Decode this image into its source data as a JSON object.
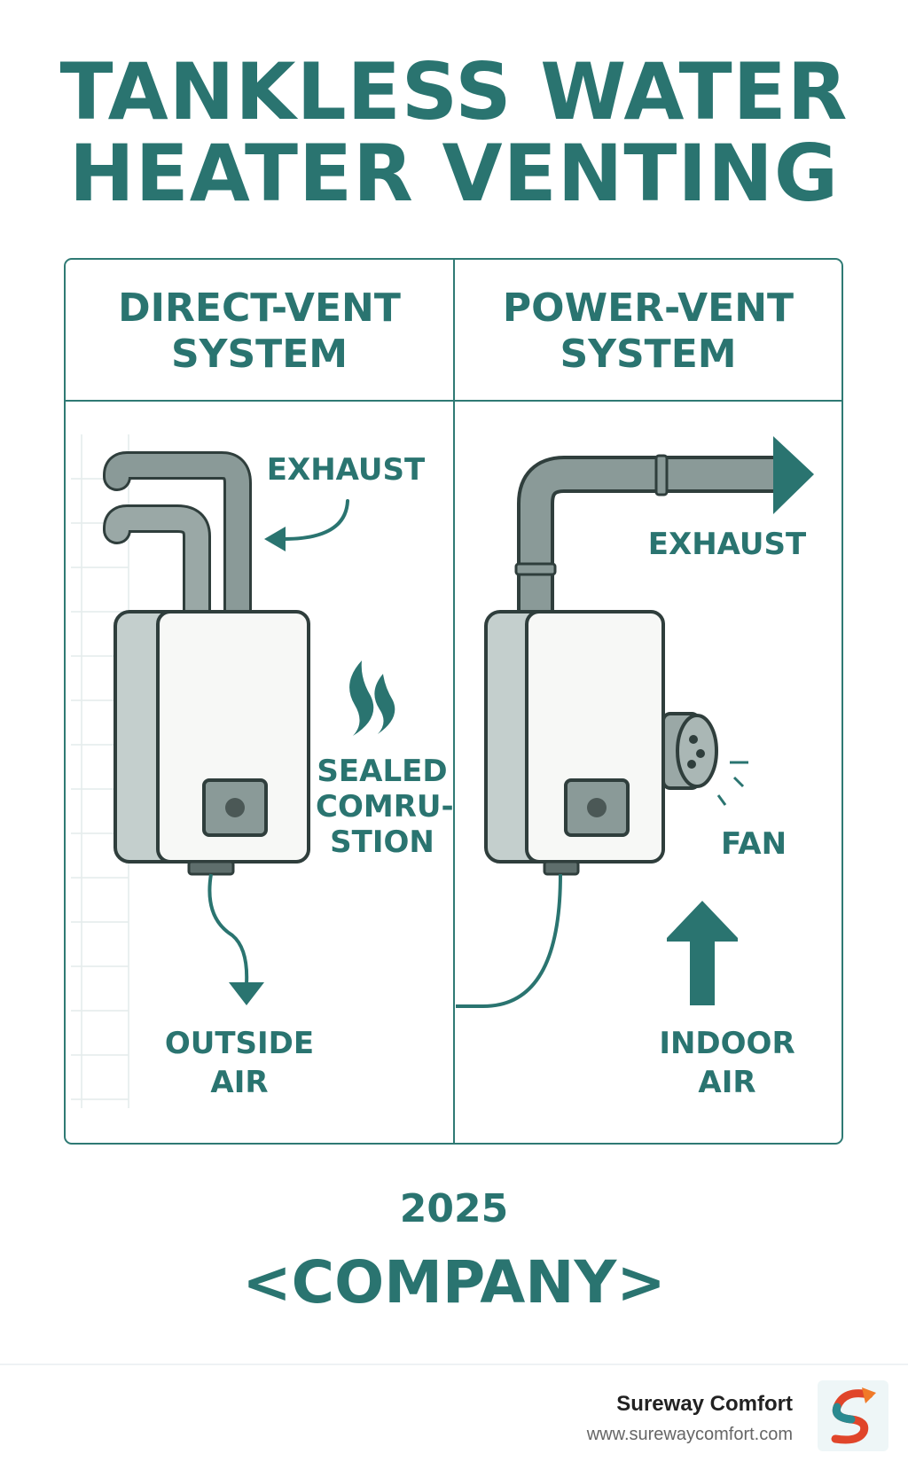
{
  "title": {
    "line1": "TANKLESS WATER",
    "line2": "HEATER VENTING"
  },
  "left_panel": {
    "title_line1": "DIRECT-VENT",
    "title_line2": "SYSTEM",
    "exhaust_label": "EXHAUST",
    "sealed_line1": "SEALED",
    "sealed_line2": "COMRU-",
    "sealed_line3": "STION",
    "air_line1": "OUTSIDE",
    "air_line2": "AIR"
  },
  "right_panel": {
    "title_line1": "POWER-VENT",
    "title_line2": "SYSTEM",
    "exhaust_label": "EXHAUST",
    "fan_label": "FAN",
    "air_line1": "INDOOR",
    "air_line2": "AIR"
  },
  "year": "2025",
  "company": "<COMPANY>",
  "footer": {
    "brand_name": "Sureway Comfort",
    "brand_url": "www.surewaycomfort.com"
  },
  "colors": {
    "accent": "#2a7470",
    "pipe": "#8a9a98",
    "heater_body": "#f7f8f6"
  }
}
